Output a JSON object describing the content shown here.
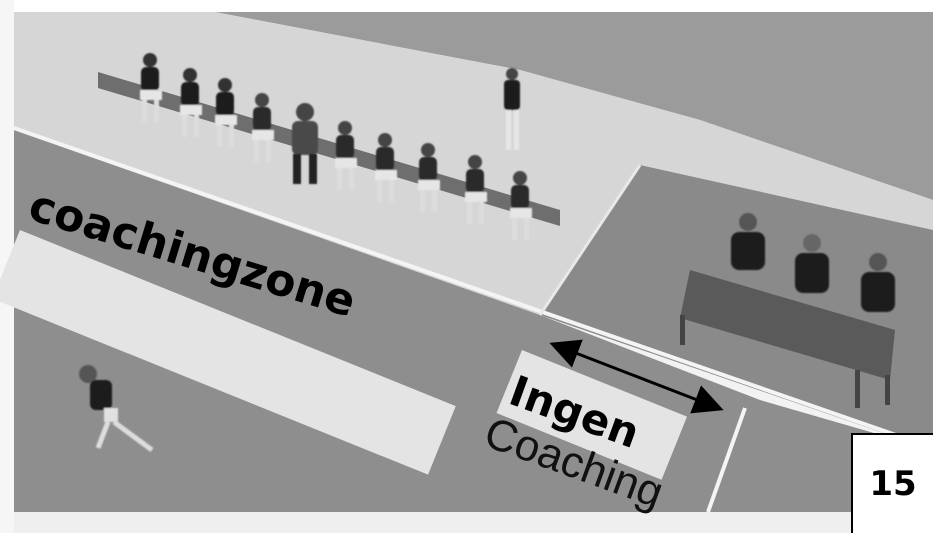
{
  "labels": {
    "coaching_zone": "coachingzone",
    "no_coaching_line1": "Ingen",
    "no_coaching_line2": "Coaching"
  },
  "page_number": "15",
  "colors": {
    "court_upper": "#9a9a9a",
    "court_lower": "#8a8a8a",
    "bench_area": "#d8d8d8",
    "court_line": "#f4f4f4",
    "label_box": "#e4e4e4",
    "text": "#000000"
  }
}
